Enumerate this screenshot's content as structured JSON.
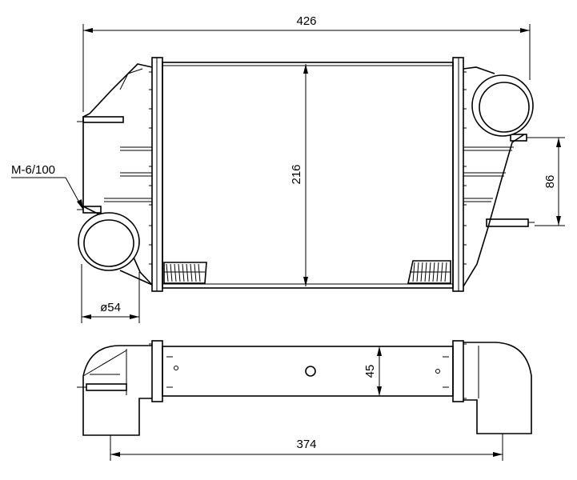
{
  "dimensions": {
    "overall_width": "426",
    "core_height": "216",
    "outlet_spacing": "86",
    "thread_spec": "M-6/100",
    "inlet_diameter": "ø54",
    "core_depth": "45",
    "bottom_length": "374"
  }
}
